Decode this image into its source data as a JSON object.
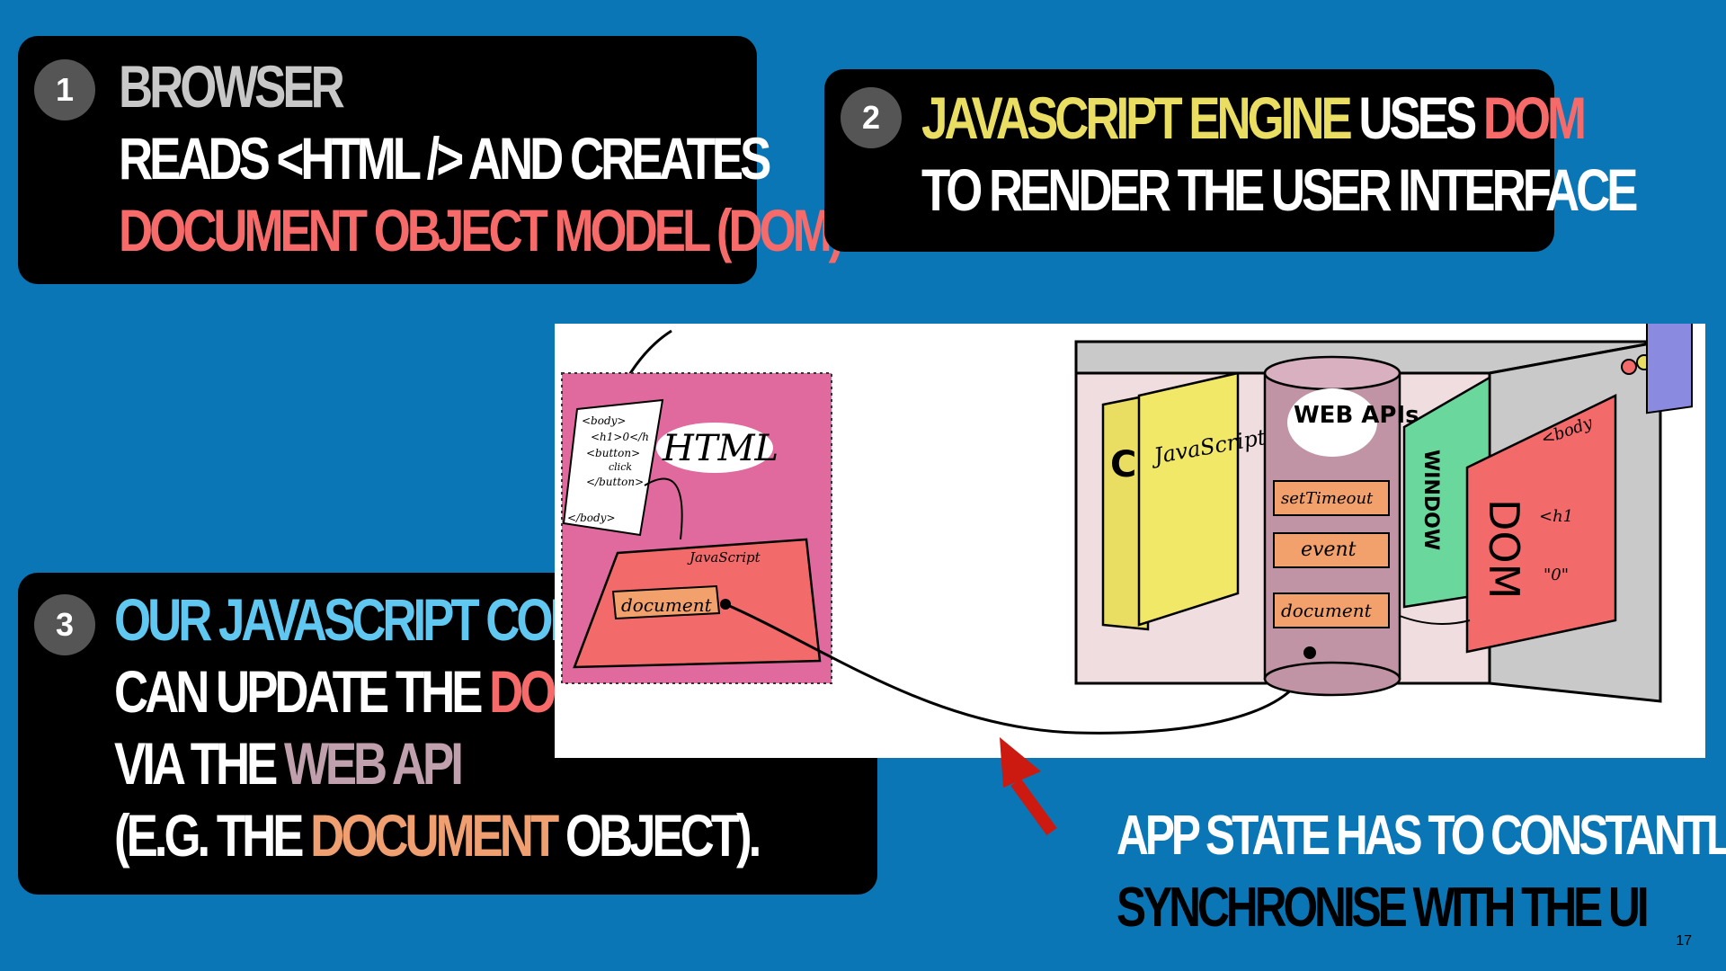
{
  "step1": {
    "number": "1",
    "line1": "BROWSER",
    "line2": "READS <HTML /> AND CREATES",
    "line3": "DOCUMENT OBJECT MODEL (DOM)"
  },
  "step2": {
    "number": "2",
    "line1_a": "JAVASCRIPT ENGINE",
    "line1_b": " USES ",
    "line1_c": "DOM",
    "line2": "TO RENDER THE USER INTERFACE"
  },
  "step3": {
    "number": "3",
    "line1": "OUR JAVASCRIPT CODE",
    "line2_a": "CAN UPDATE THE ",
    "line2_b": "DOM",
    "line3_a": "VIA THE ",
    "line3_b": "WEB API",
    "line4_a": "(E.G. THE ",
    "line4_b": "DOCUMENT",
    "line4_c": " OBJECT)."
  },
  "sketch": {
    "html_label": "HTML",
    "code_lines": [
      "<body>",
      "<h1>0</h",
      "<button>",
      "click",
      "</button>",
      "</body>"
    ],
    "javascript_label": "JavaScript",
    "document_label": "document",
    "cpp_label": "C++",
    "engine_label": "JavaScript Engine",
    "webapis_label": "WEB APIs",
    "api_items": [
      "setTimeout",
      "event",
      "document"
    ],
    "window_label": "WINDOW",
    "dom_label": "DOM",
    "dom_code": [
      "<body",
      "<h1",
      "\"0\""
    ]
  },
  "caption": {
    "line1": "APP STATE HAS TO CONSTANTLY",
    "line2": "SYNCHRONISE WITH THE UI"
  },
  "page_number": "17",
  "colors": {
    "background": "#0a76b5",
    "card": "#000000",
    "salmon": "#f76a6a",
    "yellow": "#e9dd62",
    "cyan": "#60c8f0",
    "arrow": "#cc1a10"
  }
}
